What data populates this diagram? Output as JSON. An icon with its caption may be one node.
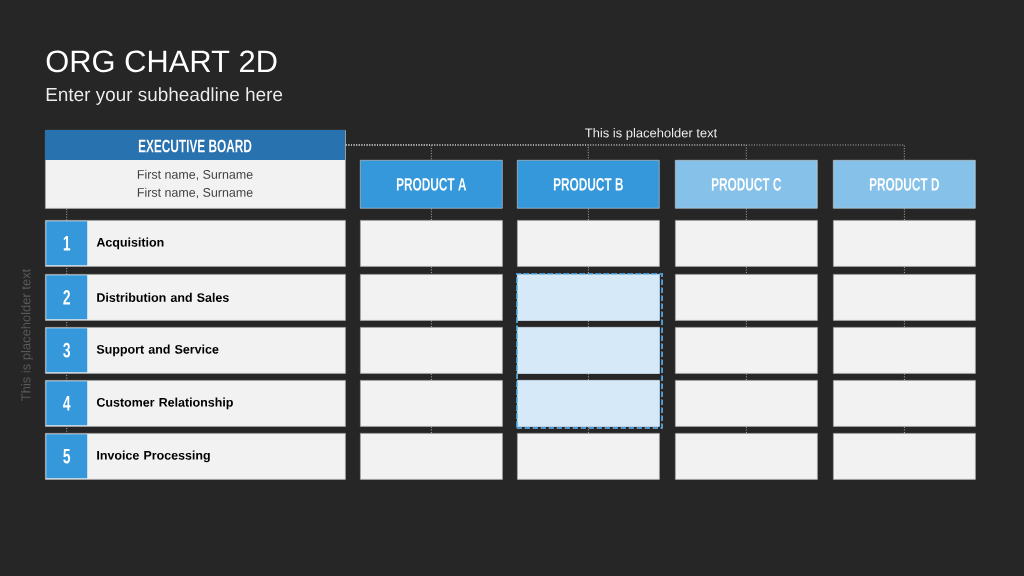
{
  "diagram": {
    "title": "ORG CHART 2D",
    "nodes": [
      {
        "text": [
          "EXECUTIVE BOARD",
          "First name, Surname",
          "First name, Surname"
        ]
      },
      {
        "text": [
          "PRODUCT A"
        ]
      },
      {
        "text": [
          "PRODUCT B"
        ]
      },
      {
        "text": [
          "PRODUCT C"
        ]
      },
      {
        "text": [
          "PRODUCT D"
        ]
      },
      {
        "text": [
          "Acquisition"
        ]
      },
      {
        "text": [
          "1"
        ],
        "in": 5
      },
      {
        "text": [
          "Distribution and Sales"
        ]
      },
      {
        "text": [
          "2"
        ],
        "in": 7
      },
      {
        "text": [
          "Support and Service"
        ]
      },
      {
        "text": [
          "3"
        ],
        "in": 9
      },
      {
        "text": [
          "Customer Relationship"
        ]
      },
      {
        "text": [
          "4"
        ],
        "in": 11
      },
      {
        "text": [
          "Invoice Processing"
        ]
      },
      {
        "text": [
          "5"
        ],
        "in": 13
      },
      {
        "text": [],
        "shape": "box"
      },
      {
        "text": [],
        "shape": "box"
      },
      {
        "text": [],
        "shape": "box"
      },
      {
        "text": [],
        "shape": "box"
      },
      {
        "text": [],
        "shape": "box"
      },
      {
        "text": [],
        "shape": "box"
      },
      {
        "text": [],
        "shape": "box",
        "in": 20
      },
      {
        "text": [],
        "shape": "box"
      },
      {
        "text": [],
        "shape": "box"
      },
      {
        "text": [],
        "shape": "box"
      },
      {
        "text": [],
        "shape": "box",
        "in": 20
      },
      {
        "text": [],
        "shape": "box"
      },
      {
        "text": [],
        "shape": "box"
      },
      {
        "text": [],
        "shape": "box"
      },
      {
        "text": [],
        "shape": "box",
        "in": 20
      },
      {
        "text": [],
        "shape": "box"
      },
      {
        "text": [],
        "shape": "box"
      },
      {
        "text": [],
        "shape": "box"
      },
      {
        "text": [],
        "shape": "box"
      },
      {
        "text": [],
        "shape": "box"
      },
      {
        "text": [],
        "shape": "box"
      }
    ],
    "edges": [
      {
        "from": 0,
        "to": 1,
        "arrow": "none",
        "style": "dashed"
      },
      {
        "from": 0,
        "to": 2,
        "arrow": "none",
        "style": "dashed"
      },
      {
        "from": 0,
        "to": 3,
        "arrow": "none",
        "style": "dashed"
      },
      {
        "from": 0,
        "to": 4,
        "arrow": "none",
        "style": "dashed"
      },
      {
        "from": 0,
        "to": 6,
        "arrow": "none",
        "style": "dashed"
      },
      {
        "from": 6,
        "to": 8,
        "arrow": "none",
        "style": "dashed"
      },
      {
        "from": 8,
        "to": 10,
        "arrow": "none",
        "style": "dashed"
      },
      {
        "from": 10,
        "to": 12,
        "arrow": "none",
        "style": "dashed"
      },
      {
        "from": 12,
        "to": 14,
        "arrow": "none",
        "style": "dashed"
      },
      {
        "from": 1,
        "to": 15,
        "arrow": "none",
        "style": "dashed"
      },
      {
        "from": 15,
        "to": 19,
        "arrow": "none",
        "style": "dashed"
      },
      {
        "from": 19,
        "to": 24,
        "arrow": "none",
        "style": "dashed"
      },
      {
        "from": 24,
        "to": 28,
        "arrow": "none",
        "style": "dashed"
      },
      {
        "from": 28,
        "to": 32,
        "arrow": "none",
        "style": "dashed"
      },
      {
        "from": 2,
        "to": 16,
        "arrow": "none",
        "style": "dashed"
      },
      {
        "from": 16,
        "to": 21,
        "arrow": "none",
        "style": "dashed"
      },
      {
        "from": 21,
        "to": 25,
        "arrow": "none",
        "style": "dashed"
      },
      {
        "from": 25,
        "to": 29,
        "arrow": "none",
        "style": "dashed"
      },
      {
        "from": 29,
        "to": 33,
        "arrow": "none",
        "style": "dashed"
      },
      {
        "from": 3,
        "to": 17,
        "arrow": "none",
        "style": "dashed"
      },
      {
        "from": 17,
        "to": 22,
        "arrow": "none",
        "style": "dashed"
      },
      {
        "from": 22,
        "to": 26,
        "arrow": "none",
        "style": "dashed"
      },
      {
        "from": 26,
        "to": 30,
        "arrow": "none",
        "style": "dashed"
      },
      {
        "from": 30,
        "to": 34,
        "arrow": "none",
        "style": "dashed"
      },
      {
        "from": 4,
        "to": 18,
        "arrow": "none",
        "style": "dashed"
      },
      {
        "from": 18,
        "to": 23,
        "arrow": "none",
        "style": "dashed"
      },
      {
        "from": 23,
        "to": 27,
        "arrow": "none",
        "style": "dashed"
      },
      {
        "from": 27,
        "to": 31,
        "arrow": "none",
        "style": "dashed"
      },
      {
        "from": 31,
        "to": 35,
        "arrow": "none",
        "style": "dashed"
      }
    ],
    "labels": [
      "Enter your subheadline here",
      "This is placeholder text",
      "This is placeholder text"
    ]
  }
}
